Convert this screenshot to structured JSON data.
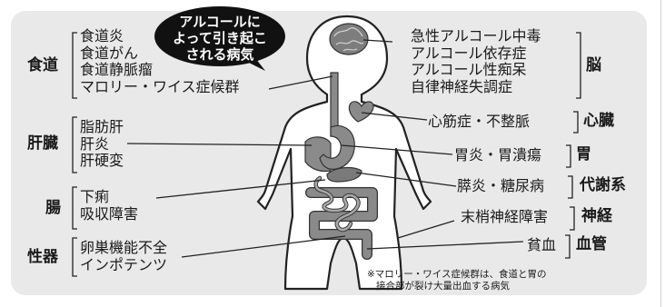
{
  "bubble_lines": [
    "アルコールに",
    "よって引き起こ",
    "される病気"
  ],
  "left": {
    "esophagus": {
      "label": "食道",
      "items": [
        "食道炎",
        "食道がん",
        "食道静脈瘤",
        "マロリー・ワイス症候群"
      ]
    },
    "liver": {
      "label": "肝臓",
      "items": [
        "脂肪肝",
        "肝炎",
        "肝硬変"
      ]
    },
    "intestine": {
      "label": "腸",
      "items": [
        "下痢",
        "吸収障害"
      ]
    },
    "genital": {
      "label": "性器",
      "items": [
        "卵巣機能不全",
        "インポテンツ"
      ]
    }
  },
  "right": {
    "brain": {
      "label": "脳",
      "items": [
        "急性アルコール中毒",
        "アルコール依存症",
        "アルコール性痴呆",
        "自律神経失調症"
      ]
    },
    "heart": {
      "label": "心臓",
      "item": "心筋症・不整脈"
    },
    "stomach": {
      "label": "胃",
      "item": "胃炎・胃潰瘍"
    },
    "metabolic": {
      "label": "代謝系",
      "item": "膵炎・糖尿病"
    },
    "nerve": {
      "label": "神経",
      "item": "末梢神経障害"
    },
    "blood": {
      "label": "血管",
      "item": "貧血"
    }
  },
  "note_lines": [
    "※マロリー・ワイス症候群は、食道と胃の",
    "接合部が裂け大量出血する病気"
  ]
}
